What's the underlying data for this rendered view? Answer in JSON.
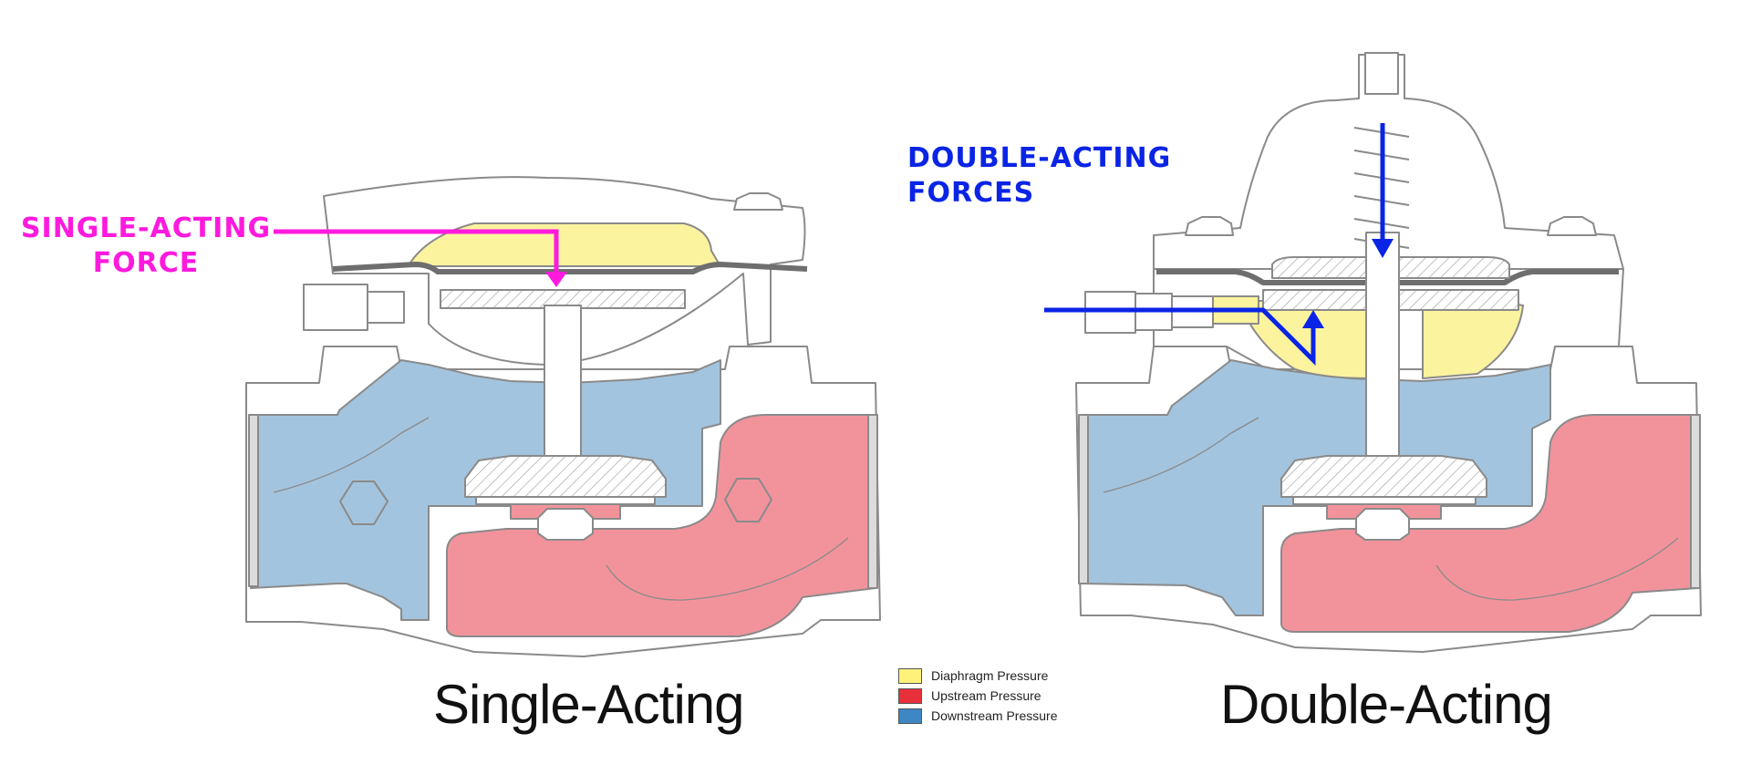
{
  "diagrams": {
    "single": {
      "title": "Single-Acting",
      "callout": [
        "SINGLE-ACTING",
        "FORCE"
      ]
    },
    "double": {
      "title": "Double-Acting",
      "callout": "DOUBLE-ACTING FORCES"
    }
  },
  "legend": [
    {
      "label": "Diaphragm Pressure",
      "color": "#FFF27A"
    },
    {
      "label": "Upstream Pressure",
      "color": "#E8303A"
    },
    {
      "label": "Downstream Pressure",
      "color": "#3E86C4"
    }
  ],
  "colors": {
    "diaphragm": "#FBF39E",
    "upstream": "#F2939C",
    "downstream": "#A3C4DE",
    "single_arrow": "#FF1ADE",
    "double_arrow": "#0A24E6",
    "outline": "#8A8A8A"
  }
}
